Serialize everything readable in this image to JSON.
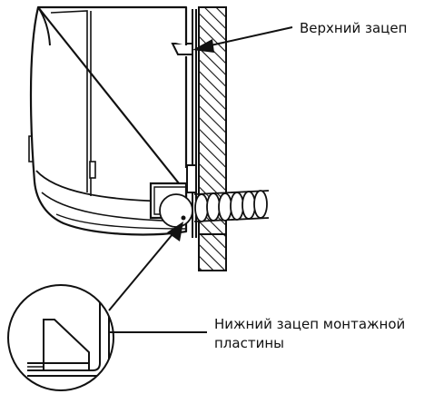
{
  "labels": {
    "upper_hook": "Верхний зацеп",
    "lower_hook_line1": "Нижний зацеп монтажной",
    "lower_hook_line2": "пластины"
  },
  "colors": {
    "line": "#111111",
    "background": "#ffffff"
  }
}
